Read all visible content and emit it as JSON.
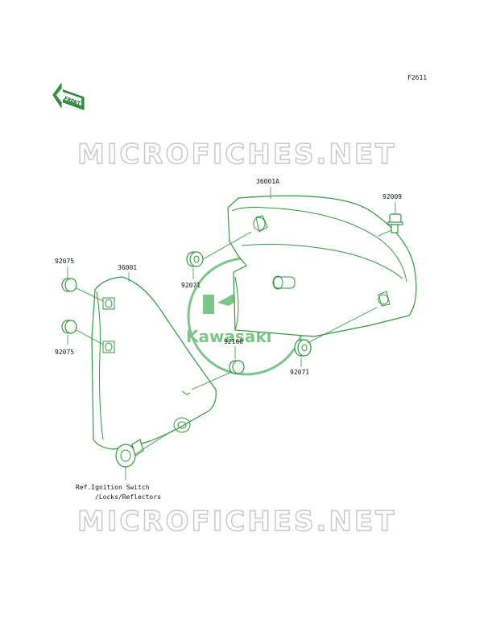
{
  "figure_code": "F2611",
  "front_label": "FRONT",
  "watermark": "MICROFICHES.NET",
  "logo_text": "Kawasaki",
  "colors": {
    "part_line": "#2f9a3e",
    "logo": "#7cc68a",
    "watermark": "#c6c6c6"
  },
  "parts": {
    "p36001A": "36001A",
    "p92009": "92009",
    "p92075_top": "92075",
    "p36001": "36001",
    "p92071_upper": "92071",
    "p92075_bottom": "92075",
    "p92160": "92160",
    "p92071_lower": "92071"
  },
  "reference": {
    "line1": "Ref.Ignition Switch",
    "line2": "/Locks/Reflectors"
  }
}
